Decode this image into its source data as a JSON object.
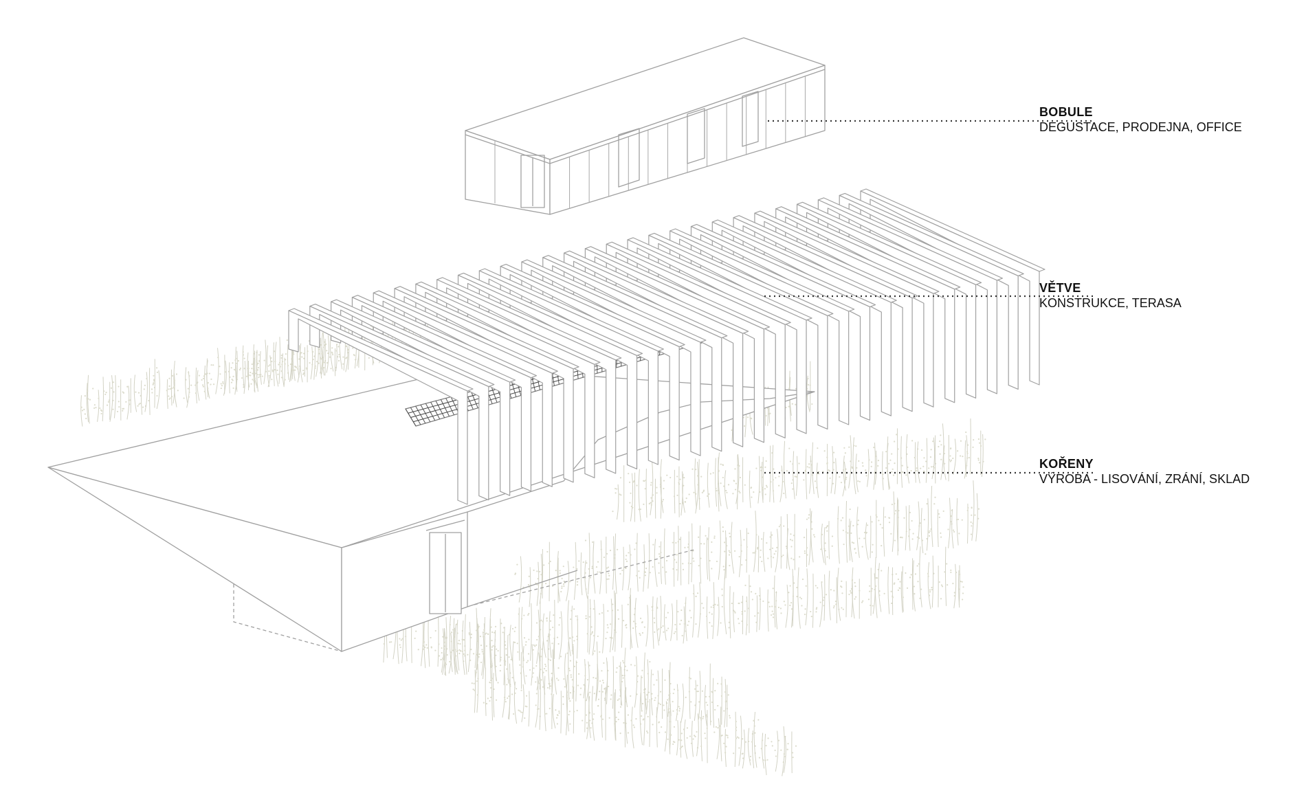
{
  "labels": {
    "bobule": {
      "title": "BOBULE",
      "subtitle": "DEGUSTACE, PRODEJNA, OFFICE"
    },
    "vetve": {
      "title": "VĚTVE",
      "subtitle": "KONSTRUKCE, TERASA"
    },
    "koreny": {
      "title": "KOŘENY",
      "subtitle": "VÝROBA - LISOVÁNÍ, ZRÁNÍ, SKLAD"
    }
  },
  "colors": {
    "line": "#9a9a9a",
    "leader": "#333333",
    "vine": "#cfcfc2",
    "deck": "#555555"
  }
}
